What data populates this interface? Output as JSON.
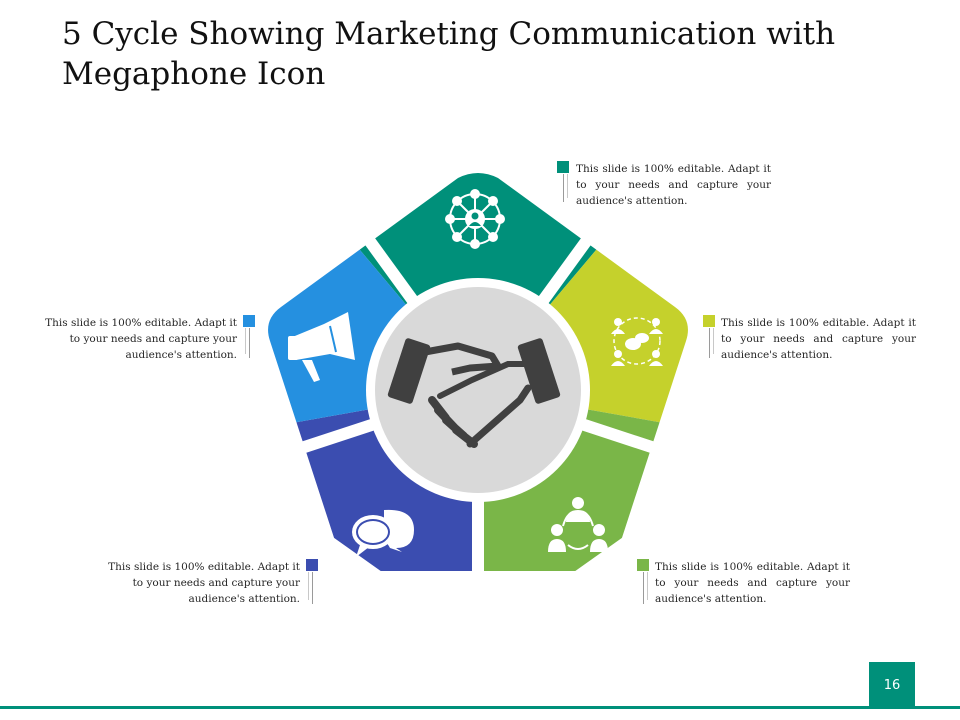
{
  "slide": {
    "title": "5 Cycle Showing Marketing Communication with Megaphone Icon",
    "page_number": "16"
  },
  "center_icon": "handshake-icon",
  "segments": [
    {
      "id": "top",
      "color": "#00907a",
      "icon": "network-icon",
      "text": "This slide is 100% editable. Adapt it to your needs and capture your audience's attention."
    },
    {
      "id": "right",
      "color": "#c5d12c",
      "icon": "people-chat-icon",
      "text": "This slide is 100% editable. Adapt it to your needs and capture your audience's attention."
    },
    {
      "id": "bottom-right",
      "color": "#7ab648",
      "icon": "team-icon",
      "text": "This slide is 100% editable. Adapt it to your needs and capture your audience's attention."
    },
    {
      "id": "bottom-left",
      "color": "#3b4db0",
      "icon": "speech-bubbles-icon",
      "text": "This slide is 100% editable. Adapt it to your needs and capture your audience's attention."
    },
    {
      "id": "left",
      "color": "#2590e0",
      "icon": "megaphone-icon",
      "text": "This slide is 100% editable. Adapt it to your needs and capture your audience's attention."
    }
  ],
  "colors": {
    "accent": "#00907a",
    "center_fill": "#d9d9d9",
    "icon_dark": "#404040"
  }
}
